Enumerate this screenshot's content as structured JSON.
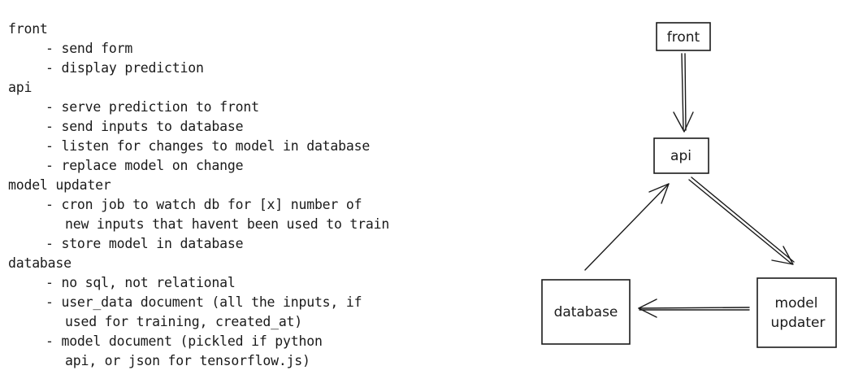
{
  "notes": {
    "sections": [
      {
        "heading": "front",
        "items": [
          [
            "- send form"
          ],
          [
            "- display prediction"
          ]
        ]
      },
      {
        "heading": "api",
        "items": [
          [
            "- serve prediction to front"
          ],
          [
            "- send inputs to database"
          ],
          [
            "- listen for changes to model in database"
          ],
          [
            "- replace model on change"
          ]
        ]
      },
      {
        "heading": "model updater",
        "items": [
          [
            "- cron job to watch db for [x] number of",
            "new inputs that havent been used to train"
          ],
          [
            "- store model in database"
          ]
        ]
      },
      {
        "heading": "database",
        "items": [
          [
            "- no sql, not relational"
          ],
          [
            "- user_data document (all the inputs, if",
            "used for training, created_at)"
          ],
          [
            "- model document (pickled if python",
            "api, or json for tensorflow.js)"
          ]
        ]
      }
    ]
  },
  "diagram": {
    "nodes": {
      "front": "front",
      "api": "api",
      "database": "database",
      "model_updater_line1": "model",
      "model_updater_line2": "updater"
    },
    "edges": [
      {
        "from": "front",
        "to": "api"
      },
      {
        "from": "api",
        "to": "model updater"
      },
      {
        "from": "model updater",
        "to": "database"
      },
      {
        "from": "database",
        "to": "api"
      }
    ]
  }
}
